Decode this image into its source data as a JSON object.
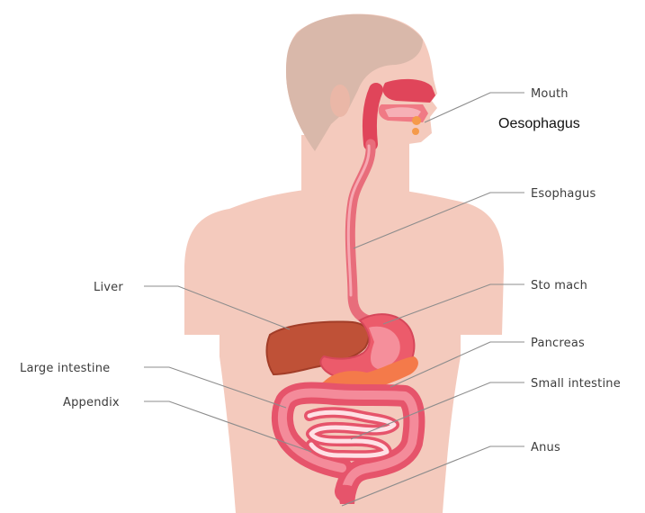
{
  "labels": {
    "mouth": "Mouth",
    "oesophagus_note": "Oesophagus",
    "esophagus": "Esophagus",
    "liver": "Liver",
    "stomach": "Sto mach",
    "large_intestine": "Large intestine",
    "pancreas": "Pancreas",
    "small_intestine": "Small intestine",
    "appendix": "Appendix",
    "anus": "Anus"
  },
  "colors": {
    "skin": "#f4cabd",
    "skin_shadow": "#e9b3a3",
    "hair": "#d9b8aa",
    "mouth_red": "#e0455a",
    "tract": "#f07a85",
    "tract_dark": "#cf4a5b",
    "liver": "#bf5137",
    "stomach": "#ec5b6b",
    "pancreas": "#f47a4a",
    "intestine_outer": "#e6546b",
    "intestine_inner": "#ffe1e6",
    "leader_line": "#8c8c8c"
  }
}
